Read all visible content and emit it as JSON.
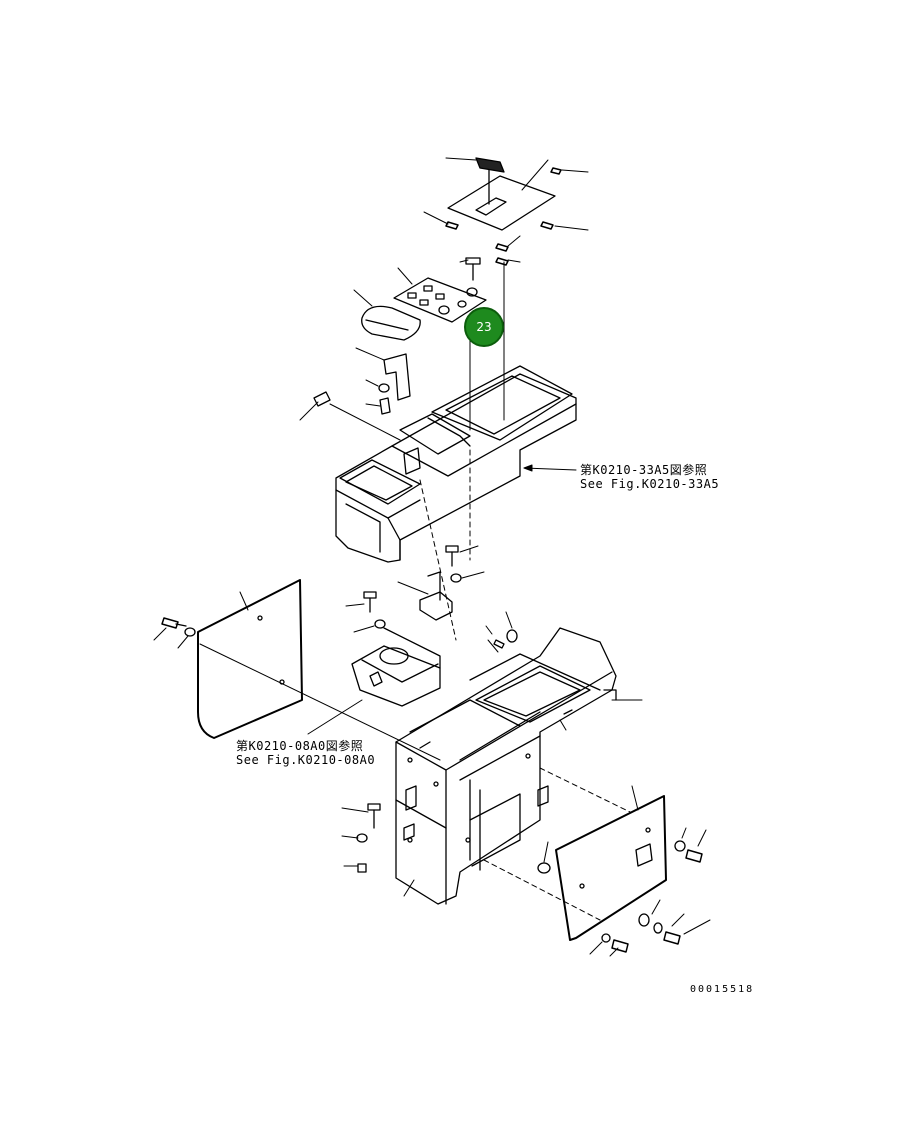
{
  "references": {
    "upper": {
      "jp": "第K0210-33A5図参照",
      "en": "See Fig.K0210-33A5"
    },
    "lower": {
      "jp": "第K0210-08A0図参照",
      "en": "See Fig.K0210-08A0"
    }
  },
  "callout": {
    "number": "23",
    "color": "#1e8a1e"
  },
  "drawing_id": "00015518"
}
